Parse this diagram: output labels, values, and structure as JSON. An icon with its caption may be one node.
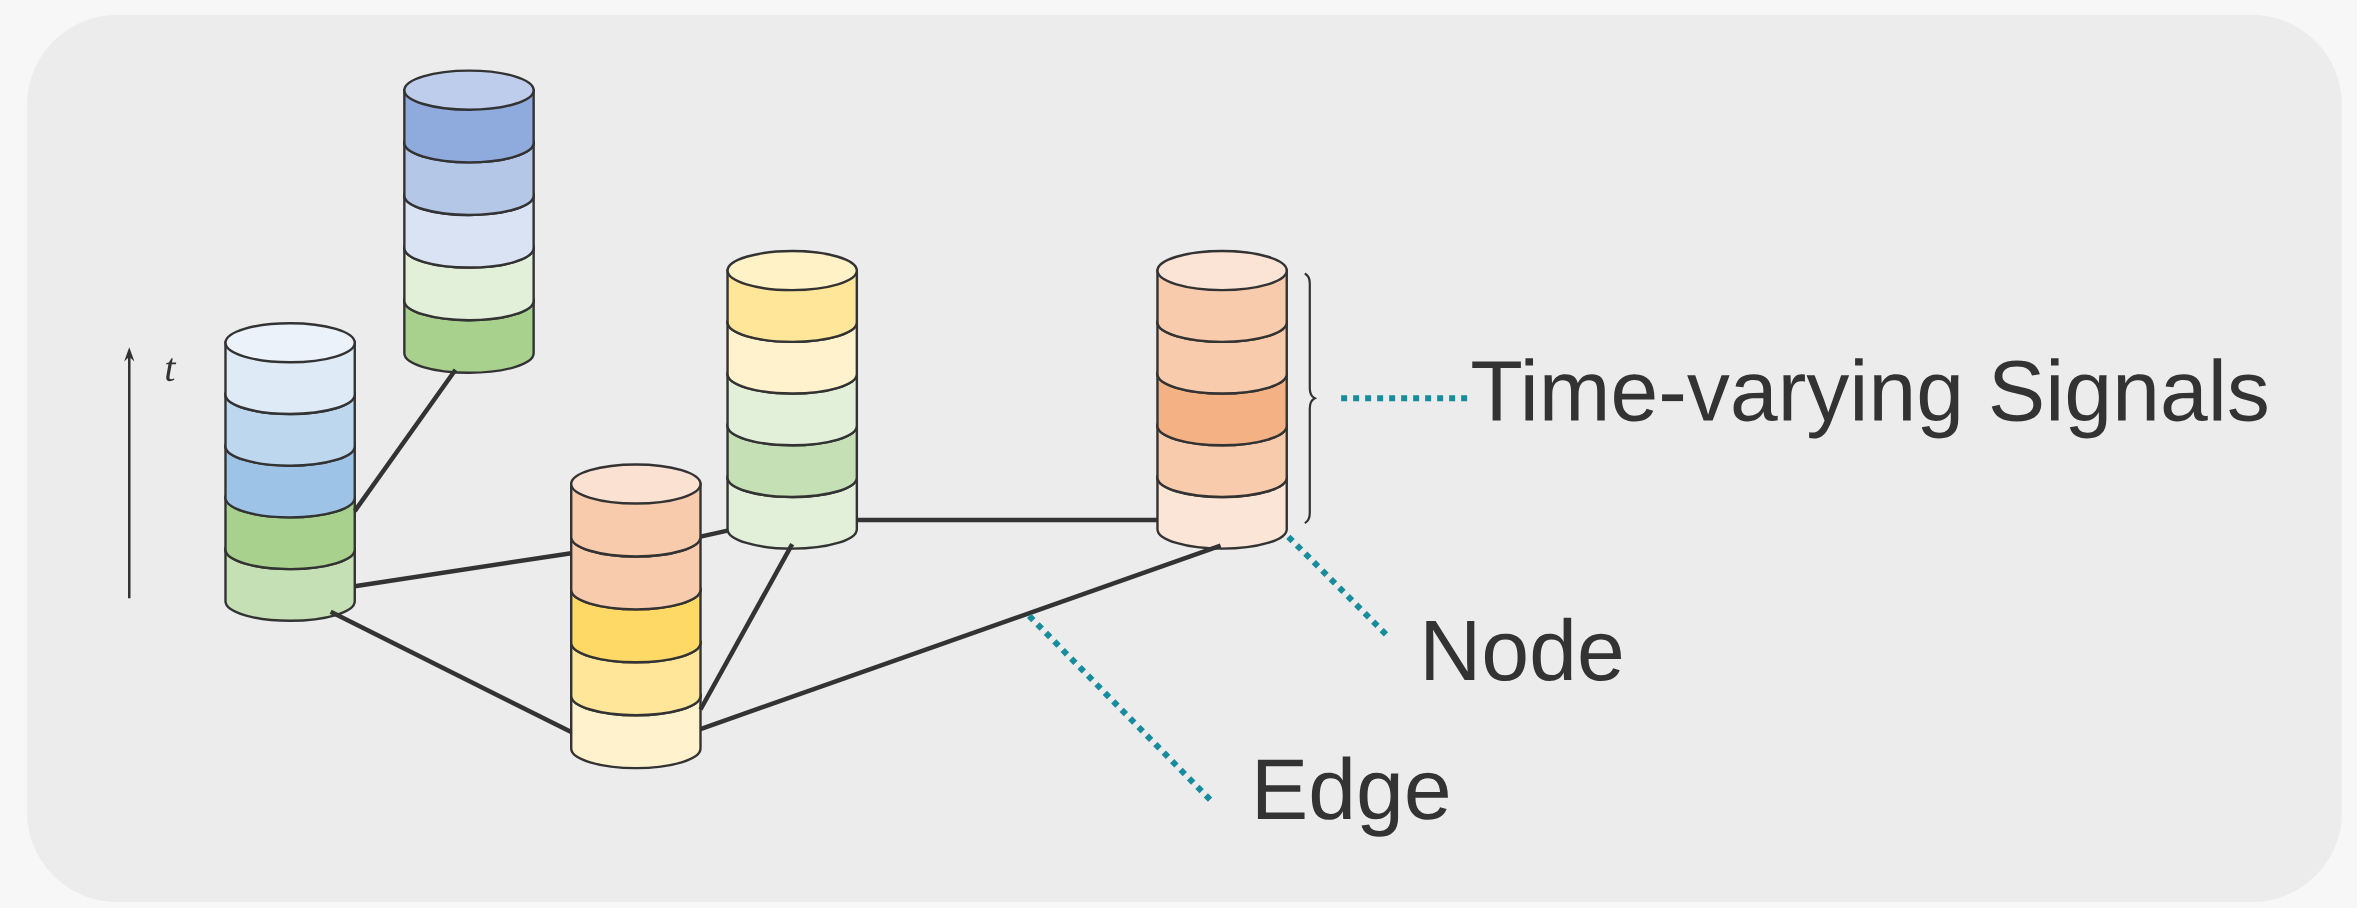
{
  "diagram": {
    "nodes": [
      {
        "text": [],
        "shape": "cylinder"
      },
      {
        "text": [],
        "shape": "cylinder"
      },
      {
        "text": [],
        "shape": "cylinder"
      },
      {
        "text": [],
        "shape": "cylinder"
      },
      {
        "text": [],
        "shape": "cylinder"
      },
      {
        "text": [
          "Time-varying Signals"
        ]
      },
      {
        "text": [
          "Node"
        ]
      },
      {
        "text": [
          "Edge"
        ]
      }
    ],
    "edges": [
      {
        "from": 0,
        "to": 1,
        "arrow": "none"
      },
      {
        "from": 0,
        "to": 2,
        "arrow": "none"
      },
      {
        "from": 2,
        "to": 3,
        "arrow": "none"
      },
      {
        "from": 0,
        "to": 2,
        "arrow": "none"
      },
      {
        "from": 2,
        "to": 3,
        "arrow": "none"
      },
      {
        "from": 2,
        "to": 4,
        "arrow": "none"
      },
      {
        "from": 3,
        "to": 4,
        "arrow": "none"
      },
      {
        "from": 5,
        "to": 4,
        "arrow": "none",
        "style": "dashed",
        "color": "#178c9c"
      },
      {
        "from": 6,
        "to": 4,
        "arrow": "none",
        "style": "dashed",
        "color": "#178c9c"
      },
      {
        "from": 7,
        "to": null,
        "arrow": "none",
        "style": "dashed",
        "color": "#178c9c"
      }
    ],
    "labels": [
      "t"
    ]
  }
}
